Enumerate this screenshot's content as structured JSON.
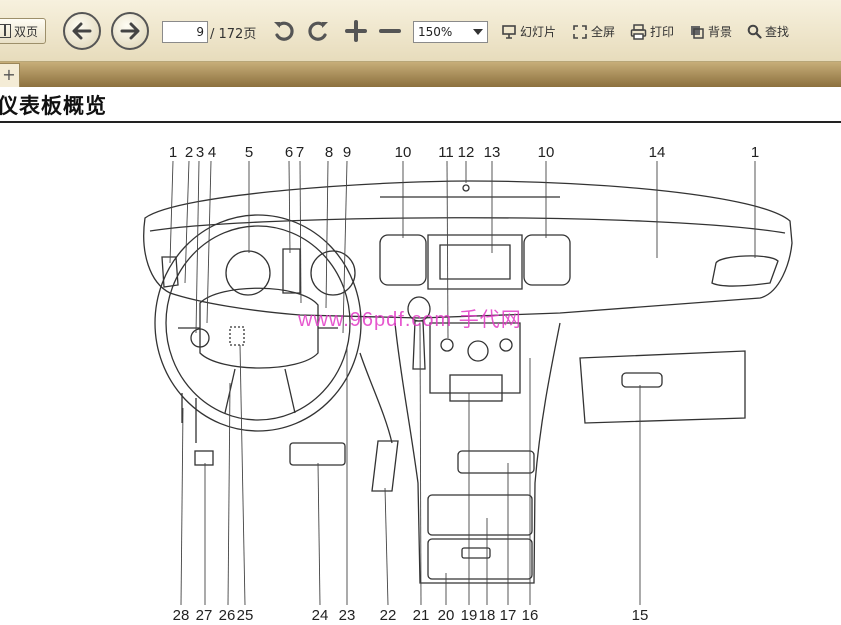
{
  "toolbar": {
    "dual_page_label": "双页",
    "current_page": "9",
    "page_total": "/ 172页",
    "zoom_value": "150%",
    "slideshow_label": "幻灯片",
    "fullscreen_label": "全屏",
    "print_label": "打印",
    "background_label": "背景",
    "find_label": "查找"
  },
  "tabs": {
    "add_label": "+"
  },
  "document": {
    "title": "仪表板概览",
    "watermark": "www.96pdf.com 手代网",
    "callouts_top": [
      "1",
      "2",
      "3",
      "4",
      "5",
      "6",
      "7",
      "8",
      "9",
      "10",
      "11",
      "12",
      "13",
      "10",
      "14",
      "1"
    ],
    "callouts_bottom": [
      "28",
      "27",
      "26",
      "25",
      "24",
      "23",
      "22",
      "21",
      "20",
      "19",
      "18",
      "17",
      "16",
      "15"
    ]
  }
}
